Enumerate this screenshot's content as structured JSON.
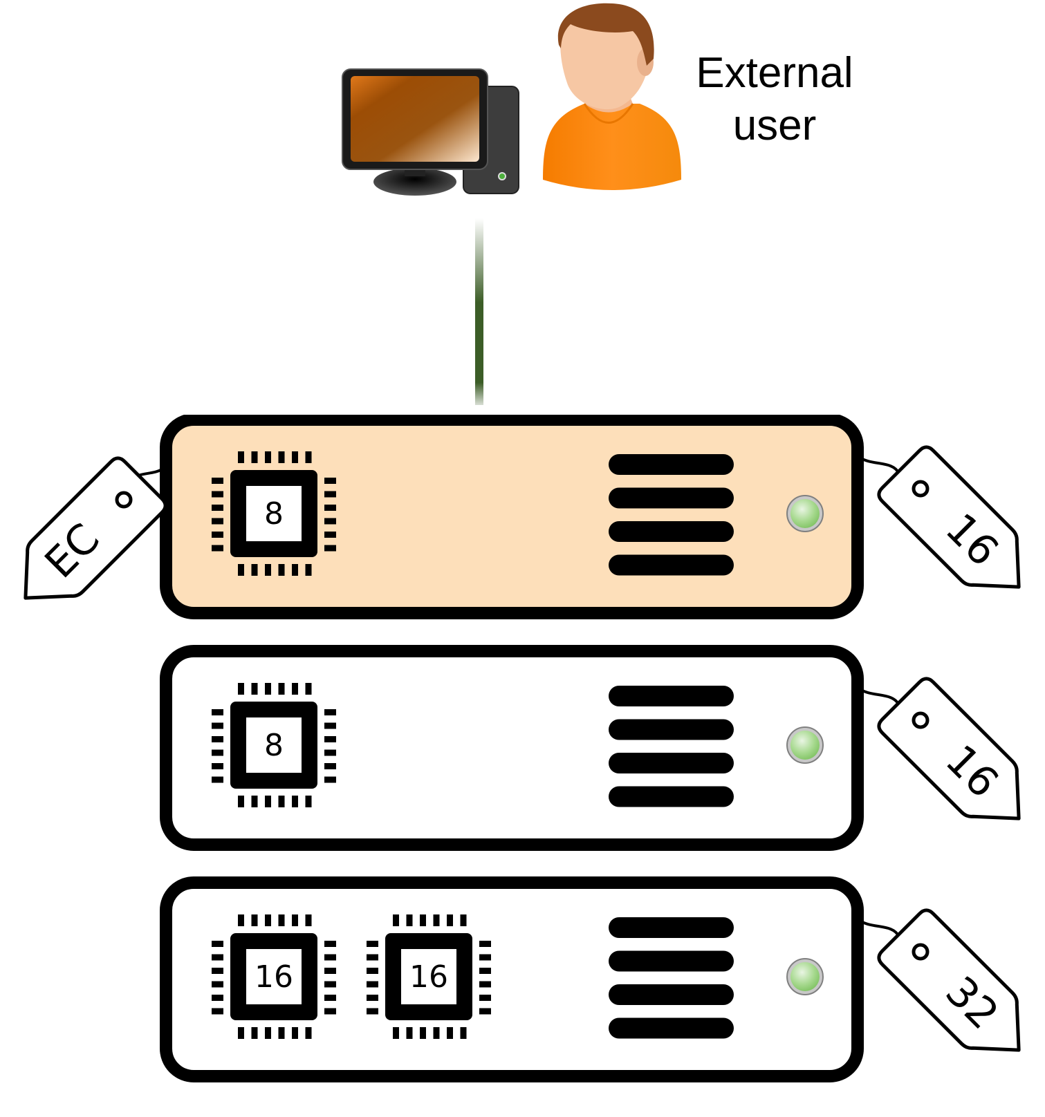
{
  "external_user": {
    "label_line1": "External",
    "label_line2": "user",
    "icons": [
      "desktop-computer-icon",
      "person-icon"
    ]
  },
  "connection": {
    "color": "#3c5d27"
  },
  "servers": [
    {
      "highlighted": true,
      "fill": "#fddfba",
      "cpus": [
        "8"
      ],
      "drive_count": 4,
      "status_led": "green",
      "left_tag": "EC",
      "right_tag": "16"
    },
    {
      "highlighted": false,
      "fill": "#ffffff",
      "cpus": [
        "8"
      ],
      "drive_count": 4,
      "status_led": "green",
      "left_tag": null,
      "right_tag": "16"
    },
    {
      "highlighted": false,
      "fill": "#ffffff",
      "cpus": [
        "16",
        "16"
      ],
      "drive_count": 4,
      "status_led": "green",
      "left_tag": null,
      "right_tag": "32"
    }
  ]
}
